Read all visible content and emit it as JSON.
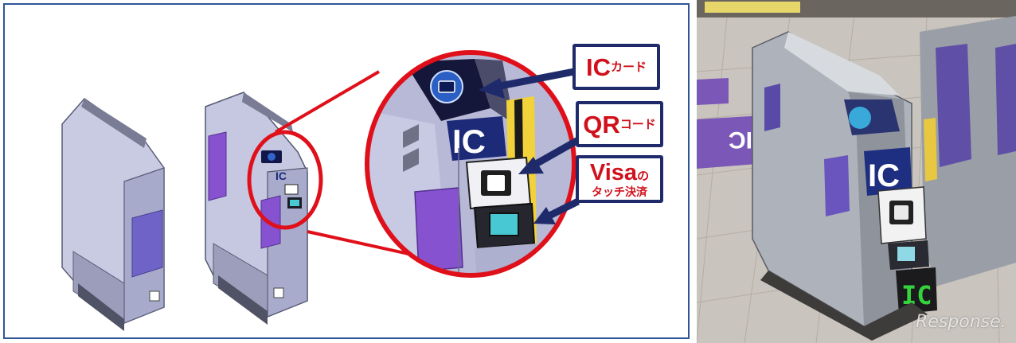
{
  "callouts": {
    "ic": {
      "main": "IC",
      "sub": "カード"
    },
    "qr": {
      "main": "QR",
      "sub": "コード"
    },
    "visa": {
      "main": "Visa",
      "sub": "の",
      "line2": "タッチ決済"
    }
  },
  "labels": {
    "zoom_panel_ic": "IC",
    "photo_panel_ic": "IC",
    "photo_gate_display_ic": "IC"
  },
  "watermark": "Response.",
  "colors": {
    "frame_border": "#2f5597",
    "callout_border": "#1f2a6b",
    "callout_text": "#d0111b",
    "highlight_circle": "#e0101a",
    "gate_purple": "#7b4fc9",
    "gate_body": "#b9bcd8"
  },
  "icons": [
    "ic-card-reader-icon",
    "qr-reader-icon",
    "visa-touch-reader-icon"
  ]
}
